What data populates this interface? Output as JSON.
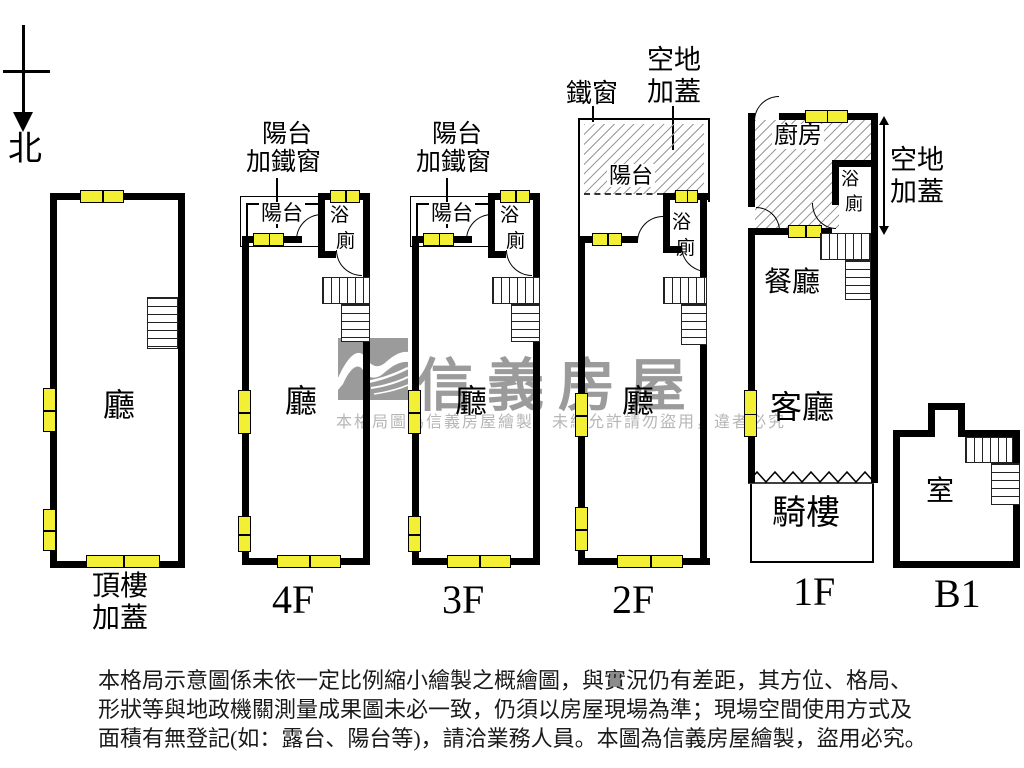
{
  "compass": {
    "north": "北"
  },
  "floors": {
    "roof": {
      "hall": "廳",
      "caption1": "頂樓",
      "caption2": "加蓋"
    },
    "f4": {
      "note1": "陽台",
      "note2": "加鐵窗",
      "balcony": "陽台",
      "bath1": "浴",
      "bath2": "廁",
      "hall": "廳",
      "caption": "4F"
    },
    "f3": {
      "note1": "陽台",
      "note2": "加鐵窗",
      "balcony": "陽台",
      "bath1": "浴",
      "bath2": "廁",
      "hall": "廳",
      "caption": "3F"
    },
    "f2": {
      "iron": "鐵窗",
      "covered1": "空地",
      "covered2": "加蓋",
      "balcony": "陽台",
      "bath1": "浴",
      "bath2": "廁",
      "hall": "廳",
      "caption": "2F"
    },
    "f1": {
      "kitchen": "廚房",
      "bath1": "浴",
      "bath2": "廁",
      "covered1": "空地",
      "covered2": "加蓋",
      "dining": "餐廳",
      "living": "客廳",
      "arcade": "騎樓",
      "caption": "1F"
    },
    "b1": {
      "room": "室",
      "caption": "B1"
    }
  },
  "watermark": {
    "brand": "信義房屋",
    "notice": "本格局圖為信義房屋繪製，未經允許請勿盜用，違者必究"
  },
  "disclaimer": {
    "line1": "本格局示意圖係未依一定比例縮小繪製之概繪圖，與實況仍有差距，其方位、格局、",
    "line2": "形狀等與地政機關測量成果圖未必一致，仍須以房屋現場為準；現場空間使用方式及",
    "line3": "面積有無登記(如：露台、陽台等)，請洽業務人員。本圖為信義房屋繪製，盜用必究。"
  },
  "colors": {
    "window": "#f3ef35",
    "wall": "#000000",
    "watermark_gray": "#9b9b9b"
  }
}
